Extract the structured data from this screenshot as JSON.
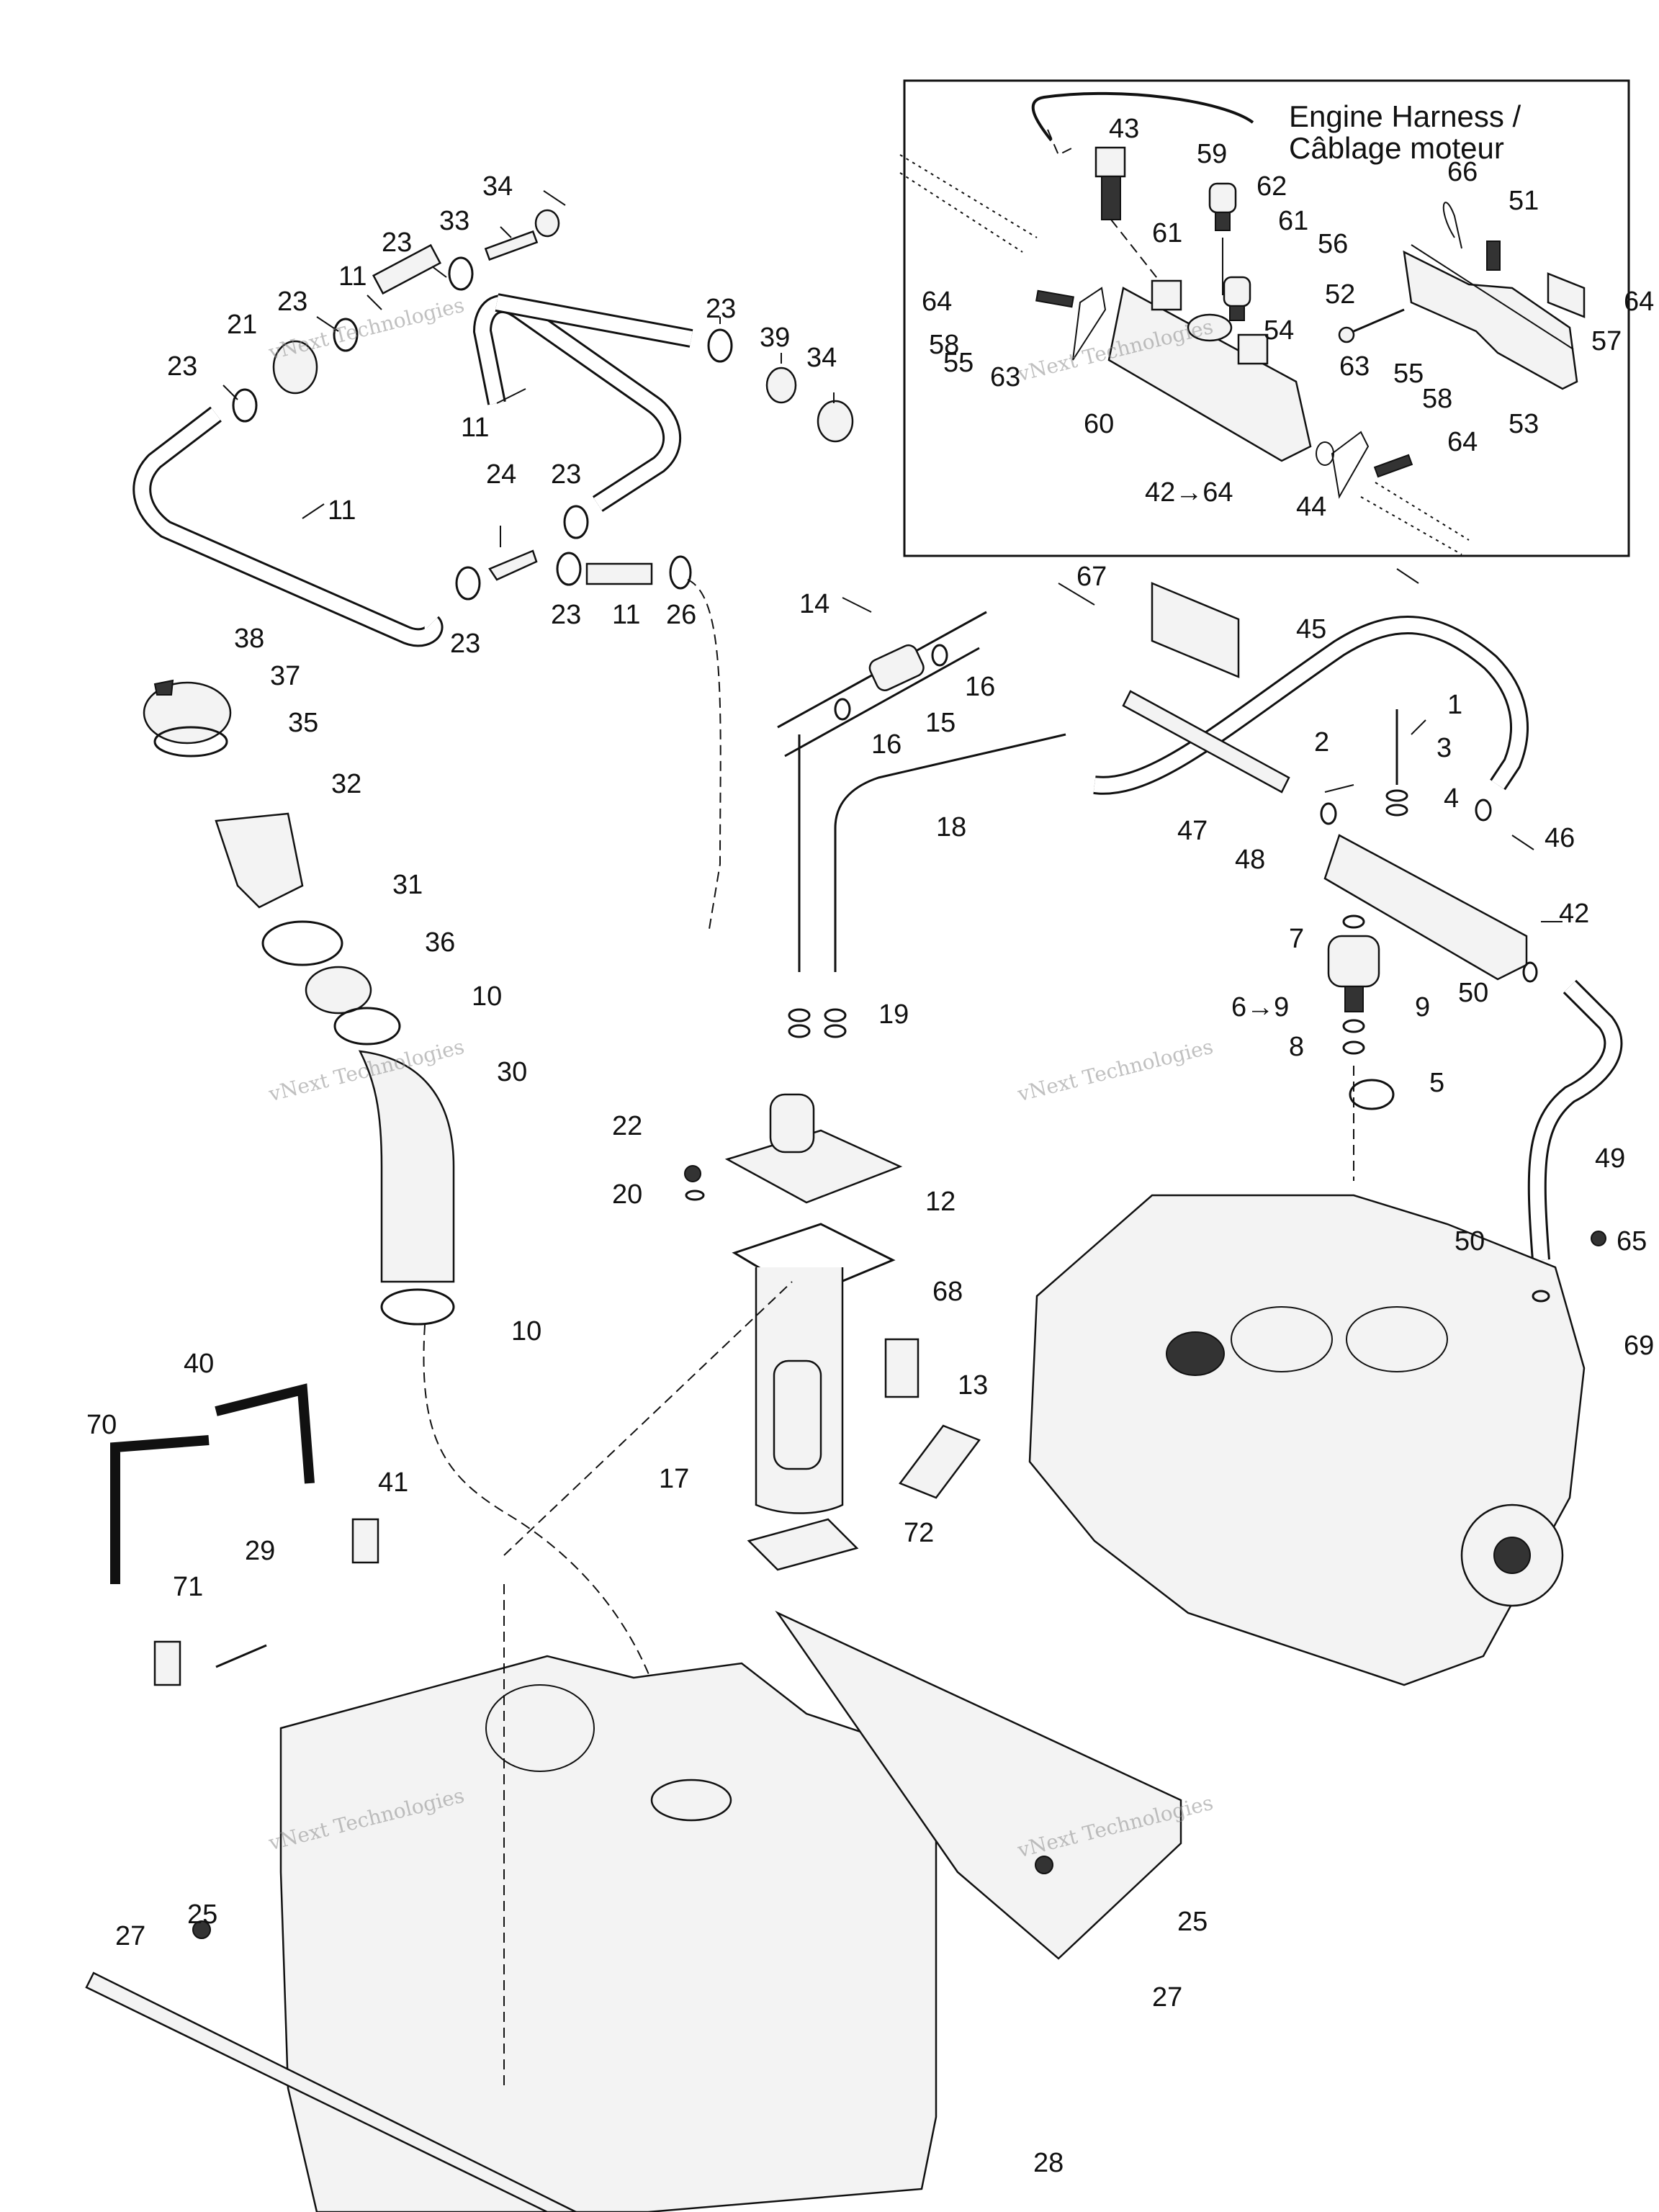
{
  "inset": {
    "caption_line1": "Engine Harness /",
    "caption_line2": "Câblage moteur"
  },
  "watermark": {
    "line1": "vNext Technologies",
    "line2": "vNext Technologies"
  },
  "callouts": [
    {
      "id": "c34a",
      "text": "34"
    },
    {
      "id": "c33",
      "text": "33"
    },
    {
      "id": "c23a",
      "text": "23"
    },
    {
      "id": "c11a",
      "text": "11"
    },
    {
      "id": "c23b",
      "text": "23"
    },
    {
      "id": "c21",
      "text": "21"
    },
    {
      "id": "c23c",
      "text": "23"
    },
    {
      "id": "c11b",
      "text": "11"
    },
    {
      "id": "c11c",
      "text": "11"
    },
    {
      "id": "c23d",
      "text": "23"
    },
    {
      "id": "c39",
      "text": "39"
    },
    {
      "id": "c34b",
      "text": "34"
    },
    {
      "id": "c24",
      "text": "24"
    },
    {
      "id": "c23e",
      "text": "23"
    },
    {
      "id": "c23f",
      "text": "23"
    },
    {
      "id": "c23g",
      "text": "23"
    },
    {
      "id": "c11d",
      "text": "11"
    },
    {
      "id": "c26",
      "text": "26"
    },
    {
      "id": "c38",
      "text": "38"
    },
    {
      "id": "c37",
      "text": "37"
    },
    {
      "id": "c35",
      "text": "35"
    },
    {
      "id": "c32",
      "text": "32"
    },
    {
      "id": "c31",
      "text": "31"
    },
    {
      "id": "c36",
      "text": "36"
    },
    {
      "id": "c10a",
      "text": "10"
    },
    {
      "id": "c30",
      "text": "30"
    },
    {
      "id": "c10b",
      "text": "10"
    },
    {
      "id": "c14",
      "text": "14"
    },
    {
      "id": "c16a",
      "text": "16"
    },
    {
      "id": "c15",
      "text": "15"
    },
    {
      "id": "c16b",
      "text": "16"
    },
    {
      "id": "c18",
      "text": "18"
    },
    {
      "id": "c19",
      "text": "19"
    },
    {
      "id": "c22",
      "text": "22"
    },
    {
      "id": "c20",
      "text": "20"
    },
    {
      "id": "c12",
      "text": "12"
    },
    {
      "id": "c68",
      "text": "68"
    },
    {
      "id": "c13",
      "text": "13"
    },
    {
      "id": "c17",
      "text": "17"
    },
    {
      "id": "c72",
      "text": "72"
    },
    {
      "id": "c67",
      "text": "67"
    },
    {
      "id": "c45",
      "text": "45"
    },
    {
      "id": "c1",
      "text": "1"
    },
    {
      "id": "c2",
      "text": "2"
    },
    {
      "id": "c3",
      "text": "3"
    },
    {
      "id": "c4",
      "text": "4"
    },
    {
      "id": "c47",
      "text": "47"
    },
    {
      "id": "c48",
      "text": "48"
    },
    {
      "id": "c46",
      "text": "46"
    },
    {
      "id": "c42",
      "text": "42"
    },
    {
      "id": "c7",
      "text": "7"
    },
    {
      "id": "c6to9",
      "text": "6→9"
    },
    {
      "id": "c9",
      "text": "9"
    },
    {
      "id": "c8",
      "text": "8"
    },
    {
      "id": "c50a",
      "text": "50"
    },
    {
      "id": "c5",
      "text": "5"
    },
    {
      "id": "c49",
      "text": "49"
    },
    {
      "id": "c65",
      "text": "65"
    },
    {
      "id": "c50b",
      "text": "50"
    },
    {
      "id": "c69",
      "text": "69"
    },
    {
      "id": "c40",
      "text": "40"
    },
    {
      "id": "c70",
      "text": "70"
    },
    {
      "id": "c41",
      "text": "41"
    },
    {
      "id": "c29",
      "text": "29"
    },
    {
      "id": "c71",
      "text": "71"
    },
    {
      "id": "c25a",
      "text": "25"
    },
    {
      "id": "c27a",
      "text": "27"
    },
    {
      "id": "c25b",
      "text": "25"
    },
    {
      "id": "c27b",
      "text": "27"
    },
    {
      "id": "c28",
      "text": "28"
    },
    {
      "id": "c43",
      "text": "43"
    },
    {
      "id": "c59",
      "text": "59"
    },
    {
      "id": "c62",
      "text": "62"
    },
    {
      "id": "c61a",
      "text": "61"
    },
    {
      "id": "c61b",
      "text": "61"
    },
    {
      "id": "c56",
      "text": "56"
    },
    {
      "id": "c66",
      "text": "66"
    },
    {
      "id": "c51",
      "text": "51"
    },
    {
      "id": "c64a",
      "text": "64"
    },
    {
      "id": "c64b",
      "text": "64"
    },
    {
      "id": "c52",
      "text": "52"
    },
    {
      "id": "c54",
      "text": "54"
    },
    {
      "id": "c58a",
      "text": "58"
    },
    {
      "id": "c55a",
      "text": "55"
    },
    {
      "id": "c63a",
      "text": "63"
    },
    {
      "id": "c57",
      "text": "57"
    },
    {
      "id": "c63b",
      "text": "63"
    },
    {
      "id": "c55b",
      "text": "55"
    },
    {
      "id": "c58b",
      "text": "58"
    },
    {
      "id": "c60",
      "text": "60"
    },
    {
      "id": "c64c",
      "text": "64"
    },
    {
      "id": "c53",
      "text": "53"
    },
    {
      "id": "c42to64",
      "text": "42→64"
    },
    {
      "id": "c44",
      "text": "44"
    }
  ]
}
